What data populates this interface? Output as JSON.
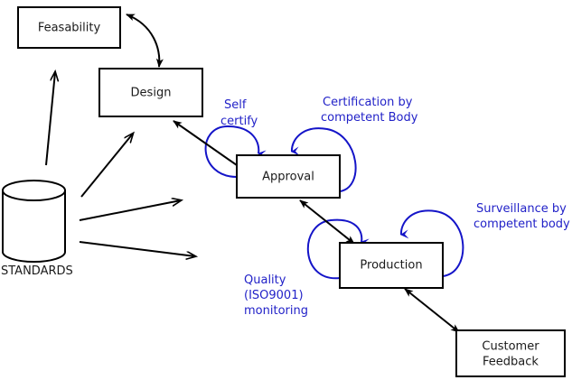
{
  "diagram": {
    "title": "Standards lifecycle process diagram",
    "colors": {
      "node_stroke": "#000000",
      "node_fill": "#ffffff",
      "node_text": "#1a1a1a",
      "annotation": "#2222c8",
      "loop": "#1414c8",
      "background": "#ffffff"
    },
    "nodes": [
      {
        "id": "feasability",
        "label": "Feasability",
        "shape": "rectangle"
      },
      {
        "id": "design",
        "label": "Design",
        "shape": "rectangle"
      },
      {
        "id": "approval",
        "label": "Approval",
        "shape": "rectangle"
      },
      {
        "id": "production",
        "label": "Production",
        "shape": "rectangle"
      },
      {
        "id": "customer-feedback",
        "label": "Customer",
        "label2": "Feedback",
        "shape": "rectangle"
      },
      {
        "id": "standards",
        "label": "STANDARDS",
        "shape": "cylinder"
      }
    ],
    "annotations": [
      {
        "id": "self-certify",
        "line1": "Self",
        "line2": "certify"
      },
      {
        "id": "certification-by-competent-body",
        "line1": "Certification by",
        "line2": "competent Body"
      },
      {
        "id": "surveillance-by-competent-body",
        "line1": "Surveillance by",
        "line2": "competent body"
      },
      {
        "id": "quality-iso9001-monitoring",
        "line1": "Quality",
        "line2": "(ISO9001)",
        "line3": "monitoring"
      }
    ],
    "edges": [
      {
        "id": "feasability-design",
        "from": "Feasability",
        "to": "Design",
        "style": "curved",
        "heads": "double"
      },
      {
        "id": "design-approval",
        "from": "Design",
        "to": "Approval",
        "style": "straight",
        "heads": "double"
      },
      {
        "id": "approval-production",
        "from": "Approval",
        "to": "Production",
        "style": "straight",
        "heads": "double"
      },
      {
        "id": "production-customer-feedback",
        "from": "Production",
        "to": "Customer Feedback",
        "style": "straight",
        "heads": "double"
      },
      {
        "id": "standards-feasability",
        "from": "STANDARDS",
        "to": "Feasability",
        "style": "straight",
        "heads": "single"
      },
      {
        "id": "standards-design",
        "from": "STANDARDS",
        "to": "Design",
        "style": "straight",
        "heads": "single"
      },
      {
        "id": "standards-approval",
        "from": "STANDARDS",
        "to": "Approval",
        "style": "straight",
        "heads": "single"
      },
      {
        "id": "standards-production",
        "from": "STANDARDS",
        "to": "Production",
        "style": "straight",
        "heads": "single"
      }
    ]
  }
}
